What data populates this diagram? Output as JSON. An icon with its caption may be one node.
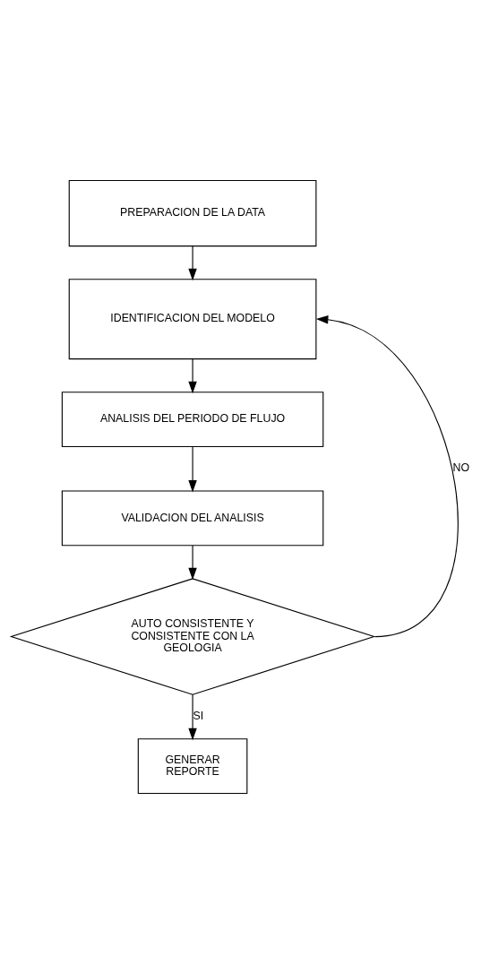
{
  "diagram": {
    "nodes": [
      {
        "text": [
          "PREPARACION DE LA DATA"
        ]
      },
      {
        "text": [
          "IDENTIFICACION DEL MODELO"
        ]
      },
      {
        "text": [
          "ANALISIS DEL PERIODO DE FLUJO"
        ]
      },
      {
        "text": [
          "VALIDACION DEL ANALISIS"
        ]
      },
      {
        "text": [
          "AUTO CONSISTENTE Y CONSISTENTE CON LA GEOLOGIA"
        ]
      },
      {
        "text": [
          "GENERAR REPORTE"
        ]
      }
    ],
    "edges": [
      {
        "from": 0,
        "to": 1,
        "arrow": "to"
      },
      {
        "from": 1,
        "to": 2,
        "arrow": "to"
      },
      {
        "from": 2,
        "to": 3,
        "arrow": "to"
      },
      {
        "from": 3,
        "to": 4,
        "arrow": "to"
      },
      {
        "from": 4,
        "to": 1,
        "arrow": "to",
        "label": "NO"
      },
      {
        "from": 4,
        "to": 5,
        "arrow": "to",
        "label": "SI"
      }
    ]
  }
}
